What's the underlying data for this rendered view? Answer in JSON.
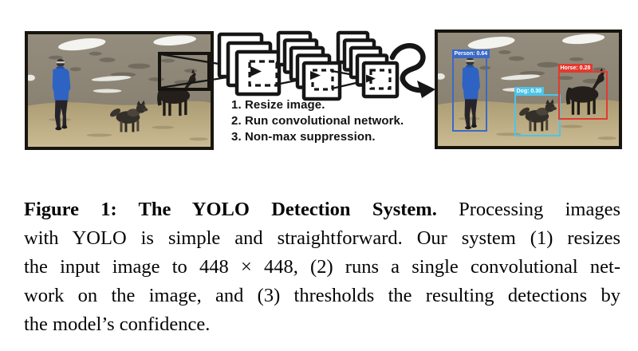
{
  "figure": {
    "steps": [
      "1. Resize image.",
      "2. Run convolutional network.",
      "3. Non-max suppression."
    ],
    "detections": [
      {
        "name": "person",
        "label": "Person: 0.64",
        "color": "#3a6ac6"
      },
      {
        "name": "dog",
        "label": "Dog: 0.30",
        "color": "#4ec4e8"
      },
      {
        "name": "horse",
        "label": "Horse: 0.28",
        "color": "#e23a30"
      }
    ],
    "diagram_ink": "#161616"
  },
  "caption": {
    "lines": [
      {
        "bold": "Figure 1:  The YOLO Detection System.",
        "text": " Processing images"
      },
      {
        "text": "with YOLO is simple and straightforward. Our system (1) resizes"
      },
      {
        "text": "the input image to 448 × 448, (2) runs a single convolutional net-"
      },
      {
        "text": "work on the image, and (3) thresholds the resulting detections by"
      },
      {
        "text": "the model’s confidence."
      }
    ]
  }
}
